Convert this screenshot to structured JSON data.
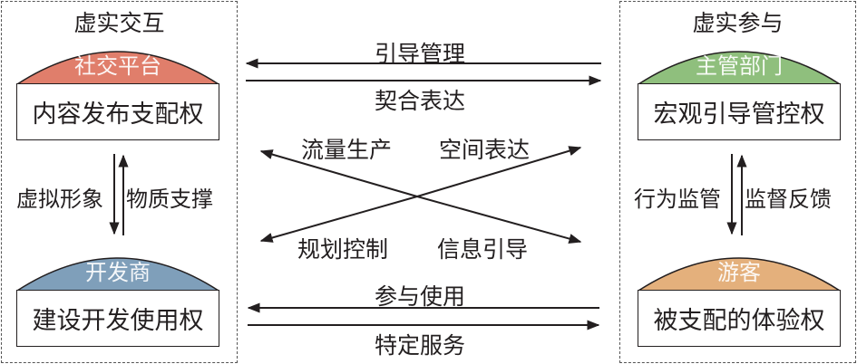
{
  "left_group": {
    "title": "虚实交互",
    "top_actor": {
      "name": "社交平台",
      "right": "内容发布支配权",
      "color": "#e07e6b"
    },
    "bottom_actor": {
      "name": "开发商",
      "right": "建设开发使用权",
      "color": "#7f9fba"
    },
    "vertical_flow": {
      "left_label": "虚拟形象",
      "right_label": "物质支撑"
    }
  },
  "right_group": {
    "title": "虚实参与",
    "top_actor": {
      "name": "主管部门",
      "right": "宏观引导管控权",
      "color": "#8fbf7d"
    },
    "bottom_actor": {
      "name": "游客",
      "right": "被支配的体验权",
      "color": "#e4b07c"
    },
    "vertical_flow": {
      "left_label": "行为监管",
      "right_label": "监督反馈"
    }
  },
  "center_flows": {
    "top_left_arrow": "引导管理",
    "top_right_arrow": "契合表达",
    "cross_top_left": "流量生产",
    "cross_top_right": "空间表达",
    "cross_bottom_left": "规划控制",
    "cross_bottom_right": "信息引导",
    "bottom_left_arrow": "参与使用",
    "bottom_right_arrow": "特定服务"
  }
}
